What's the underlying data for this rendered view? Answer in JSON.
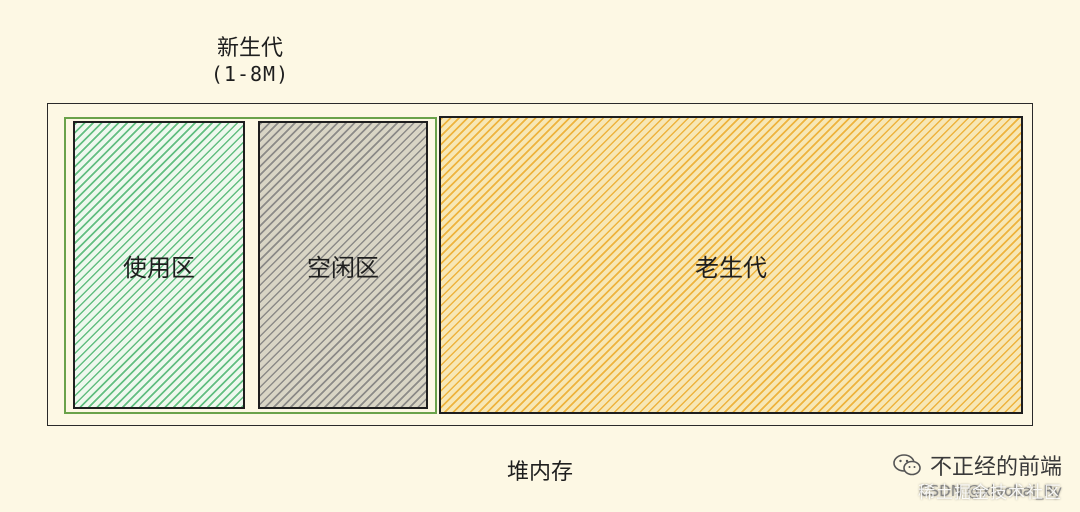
{
  "young_generation": {
    "title": "新生代",
    "size": "(1-8M)"
  },
  "regions": {
    "used": "使用区",
    "free": "空闲区",
    "old": "老生代"
  },
  "heap_label": "堆内存",
  "watermark": {
    "account": "不正经的前端",
    "platform": "稀土掘金技术社区",
    "csdn": "CSDN @xiaobai_Ry",
    "icon": "wechat-icon"
  },
  "colors": {
    "used": "#4ab46e",
    "free": "#787878",
    "old": "#ecaa28",
    "young_border": "#6aa24a",
    "background": "#fdf8e4"
  }
}
